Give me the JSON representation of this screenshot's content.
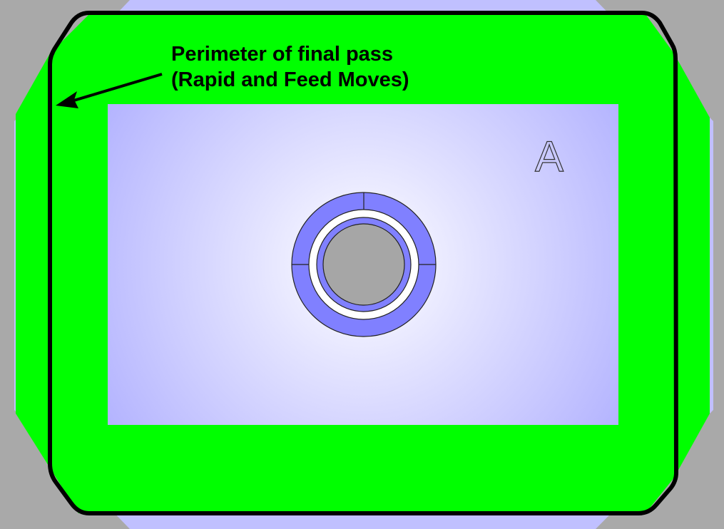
{
  "annotation": {
    "line1": "Perimeter of final pass",
    "line2": "(Rapid and Feed Moves)"
  },
  "face_label": "A",
  "colors": {
    "background": "#a9a9a9",
    "stock": "#c0c0ff",
    "toolpath_region": "#00ff00",
    "perimeter": "#000000",
    "boss": "#8080ff",
    "hole": "#a6a6a6"
  }
}
